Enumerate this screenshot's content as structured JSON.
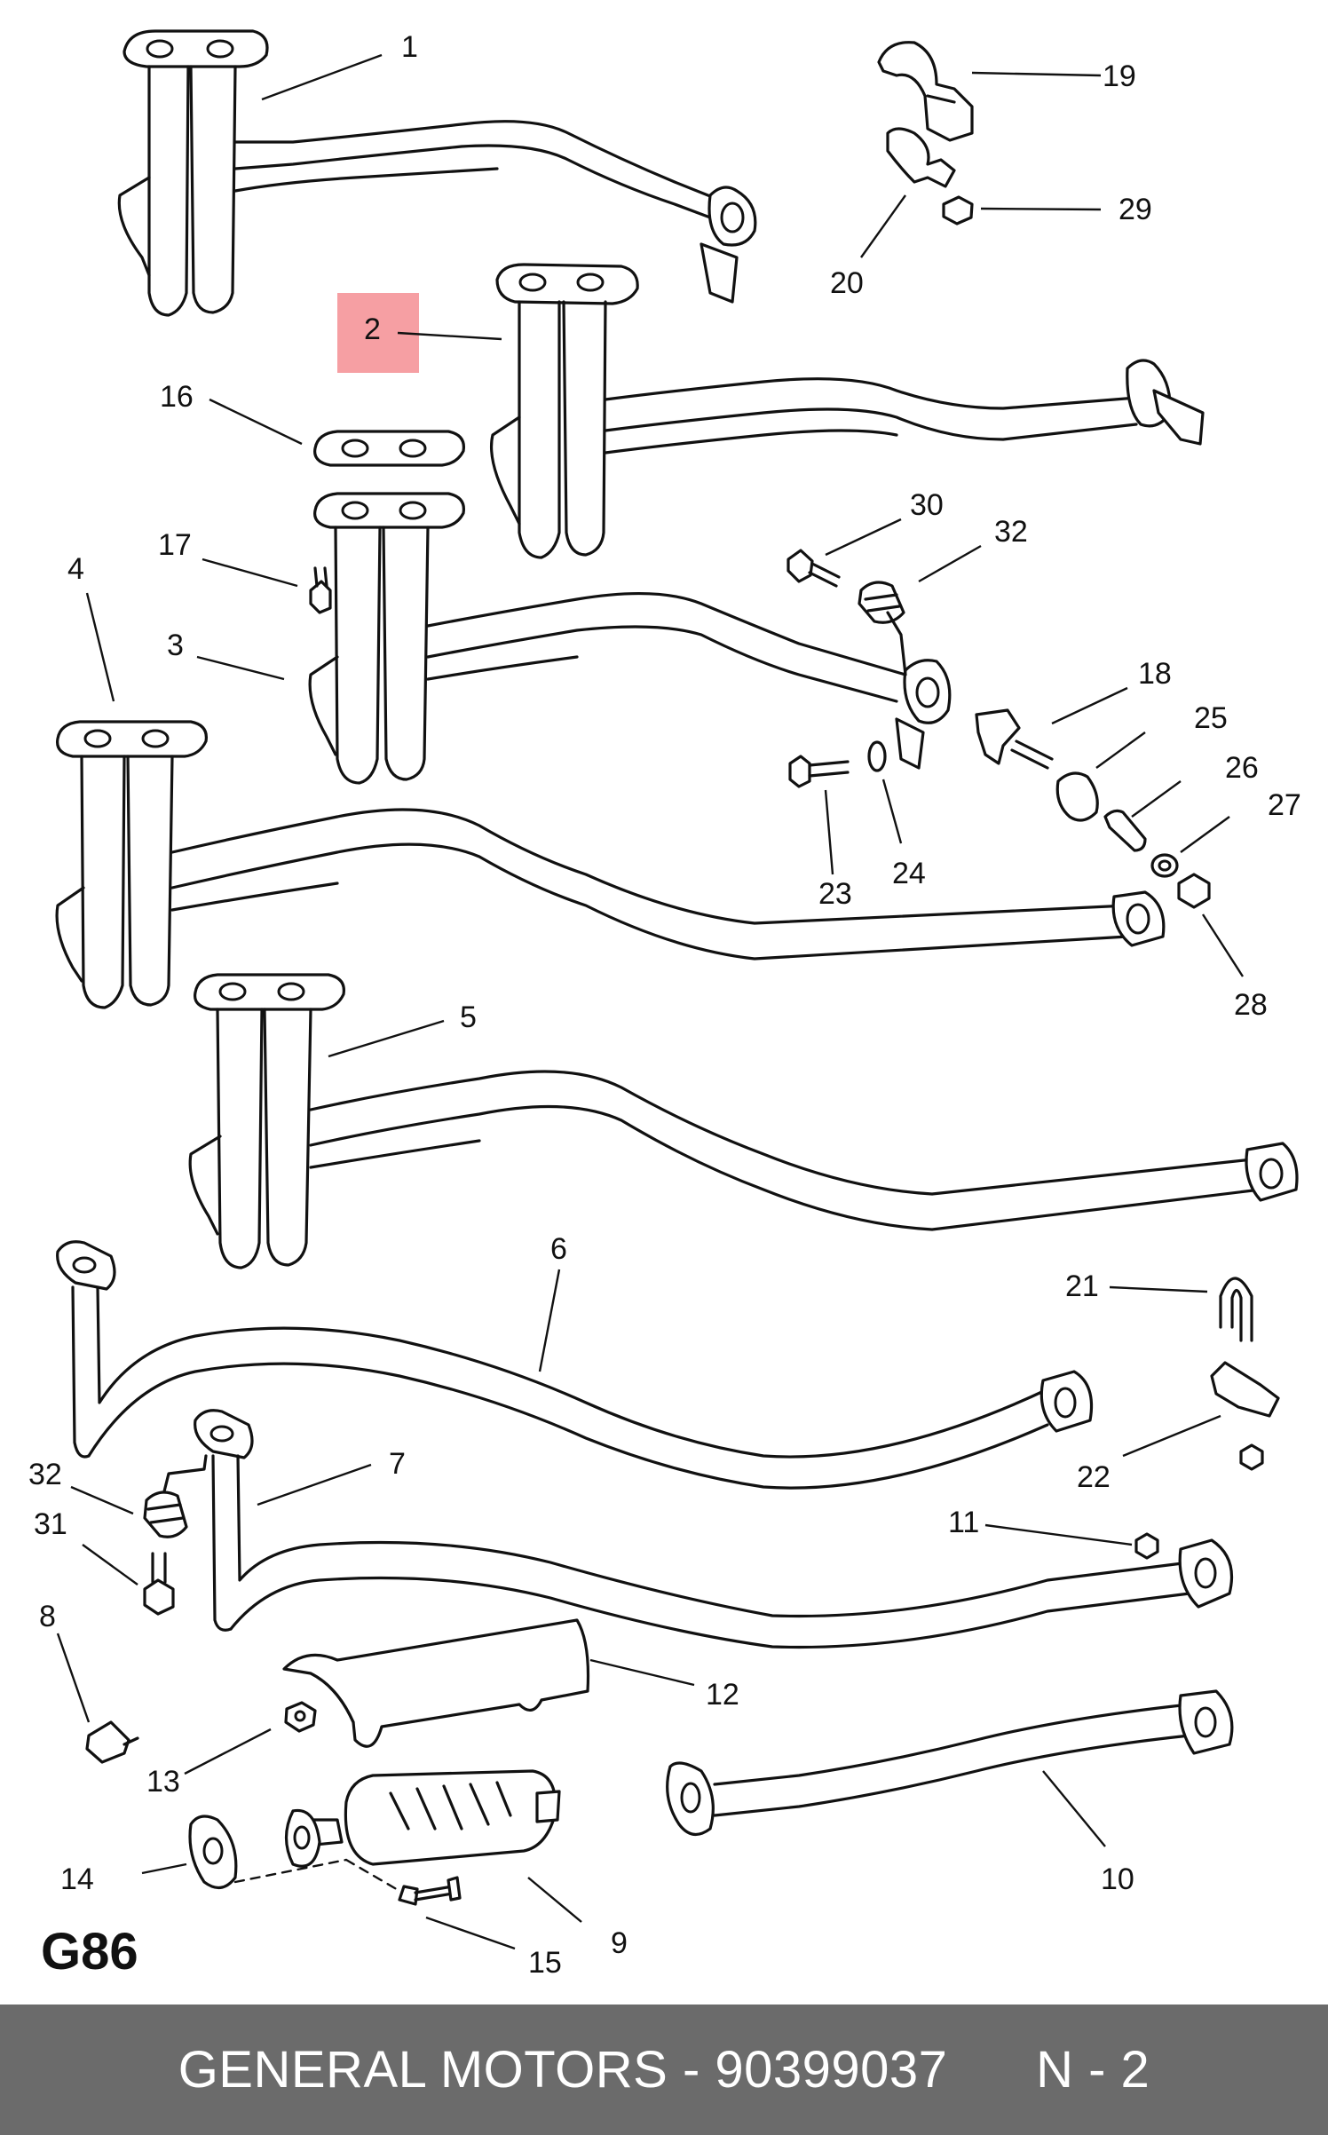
{
  "diagram": {
    "code": "G86",
    "highlighted_callout": "2",
    "callouts": [
      "1",
      "2",
      "3",
      "4",
      "5",
      "6",
      "7",
      "8",
      "9",
      "10",
      "11",
      "12",
      "13",
      "14",
      "15",
      "16",
      "17",
      "18",
      "19",
      "20",
      "21",
      "22",
      "23",
      "24",
      "25",
      "26",
      "27",
      "28",
      "29",
      "30",
      "31",
      "32",
      "32"
    ]
  },
  "footer": {
    "text": "GENERAL MOTORS - 90399037      N - 2"
  }
}
